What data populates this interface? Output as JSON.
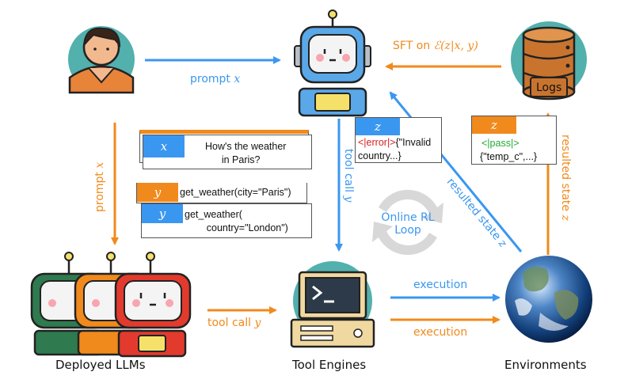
{
  "colors": {
    "blue": "#3a97f0",
    "orange": "#f08a1c",
    "teal": "#52b0ad"
  },
  "labels": {
    "deployed_llms": "Deployed LLMs",
    "tool_engines": "Tool Engines",
    "environments": "Environments",
    "logs": "Logs",
    "prompt_x_top": "prompt ",
    "prompt_x_left": "prompt ",
    "tool_call_vertical": "tool call ",
    "tool_call_bottom": "tool call ",
    "execution_top": "execution",
    "execution_bottom": "execution",
    "resulted_state_diag": "resulted state ",
    "resulted_state_right": "resulted state ",
    "sft_prefix": "SFT on ",
    "sft_math": "ℰ(z|x, y)",
    "online_rl_loop": "Online RL\nLoop"
  },
  "math": {
    "x": "x",
    "y": "y",
    "z": "z"
  },
  "cards": {
    "prompt_card": {
      "tag": "x",
      "text": "How's the weather\n      in Paris?"
    },
    "tool_card_1": {
      "tag": "y",
      "text": "get_weather(city=\"Paris\")"
    },
    "tool_card_2": {
      "tag": "y",
      "text": "get_weather(\n        country=\"London\")"
    },
    "error_card": {
      "tag": "z",
      "error_token": "<|error|>",
      "text_rest": "{\"Invalid",
      "text_line2": "country...}"
    },
    "pass_card": {
      "tag": "z",
      "pass_token": "<|pass|>",
      "text": "{\"temp_c\",...}"
    }
  }
}
